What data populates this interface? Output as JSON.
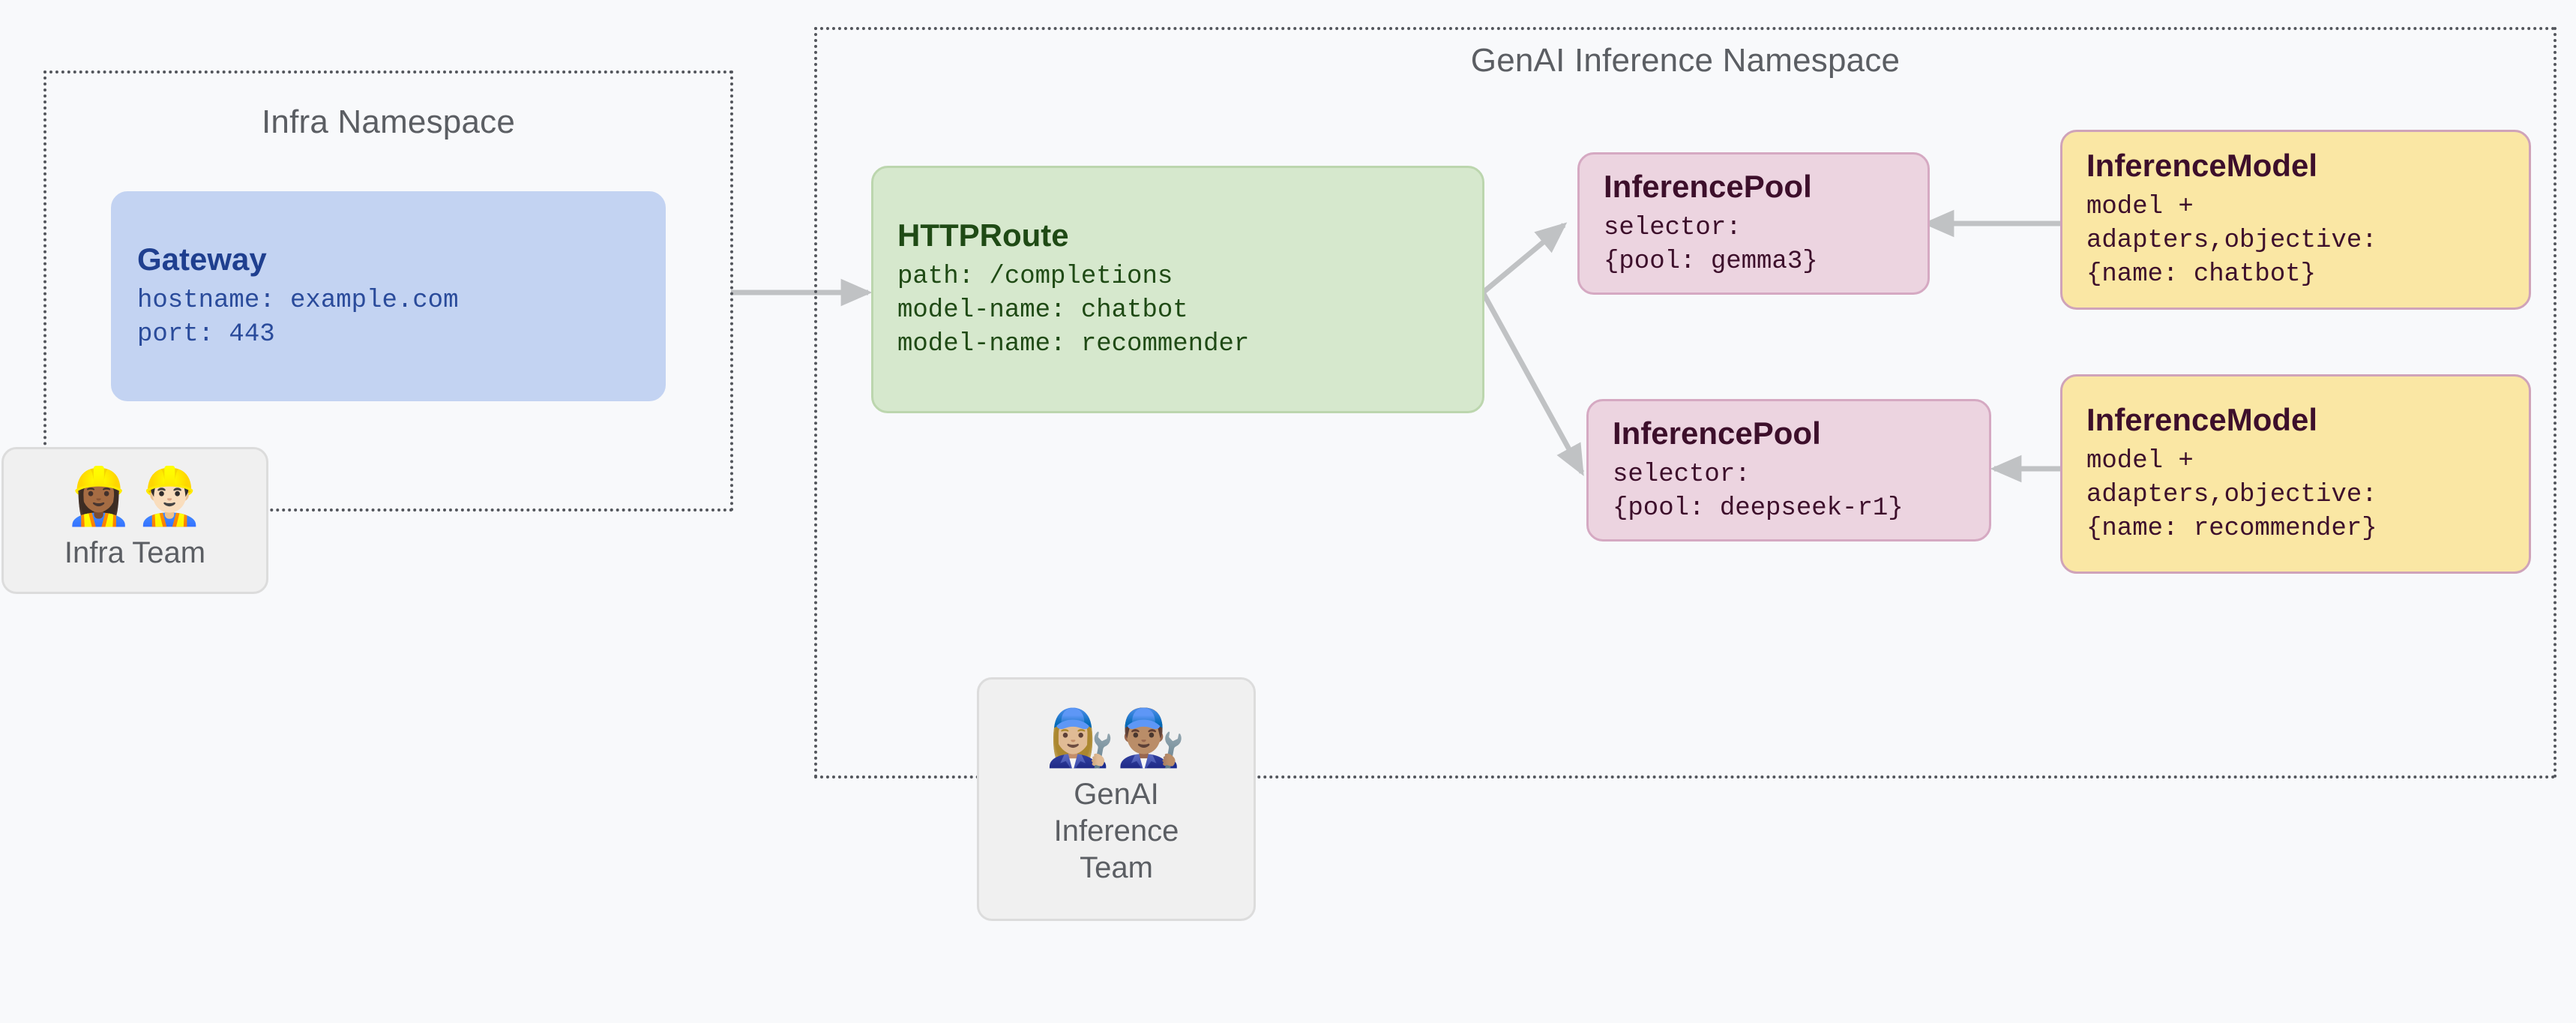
{
  "diagram": {
    "background": "#f8f9fb",
    "edge_color": "#c0c2c4"
  },
  "namespaces": [
    {
      "id": "infra",
      "title": "Infra Namespace",
      "border_style": "dotted",
      "border_color": "#53565c"
    },
    {
      "id": "genai",
      "title": "GenAI Inference Namespace",
      "border_style": "dotted",
      "border_color": "#53565c"
    }
  ],
  "nodes": {
    "gateway": {
      "kind": "Gateway",
      "title": "Gateway",
      "lines": [
        "hostname: example.com",
        "port: 443"
      ],
      "fill": "#c3d3f2",
      "text_color": "#1f3f8f"
    },
    "httproute": {
      "kind": "HTTPRoute",
      "title": "HTTPRoute",
      "lines": [
        "path: /completions",
        "model-name: chatbot",
        "model-name: recommender"
      ],
      "fill": "#d6e8cd",
      "text_color": "#1f4a15"
    },
    "pool_gemma3": {
      "kind": "InferencePool",
      "title": "InferencePool",
      "lines": [
        "selector:",
        "{pool: gemma3}"
      ],
      "fill": "#ecd4e0",
      "text_color": "#3d0f2b"
    },
    "pool_deepseek": {
      "kind": "InferencePool",
      "title": "InferencePool",
      "lines": [
        "selector:",
        "{pool: deepseek-r1}"
      ],
      "fill": "#ecd4e0",
      "text_color": "#3d0f2b"
    },
    "model_chatbot": {
      "kind": "InferenceModel",
      "title": "InferenceModel",
      "lines": [
        "model +",
        "adapters,objective:",
        "{name: chatbot}"
      ],
      "fill": "#fae7a4",
      "text_color": "#3d0f2b"
    },
    "model_recommender": {
      "kind": "InferenceModel",
      "title": "InferenceModel",
      "lines": [
        "model +",
        "adapters,objective:",
        "{name: recommender}"
      ],
      "fill": "#fae7a4",
      "text_color": "#3d0f2b"
    }
  },
  "teams": {
    "infra_team": {
      "label": "Infra Team",
      "emojis": "👷🏾‍♀️👷🏻‍♂️",
      "icon_names": [
        "construction-worker-woman-icon",
        "construction-worker-man-icon"
      ]
    },
    "genai_team": {
      "label": "GenAI\nInference\nTeam",
      "emojis": "👩🏼‍🔧👨🏽‍🔧",
      "icon_names": [
        "mechanic-woman-icon",
        "mechanic-man-icon"
      ]
    }
  },
  "edges": [
    {
      "from": "gateway",
      "to": "httproute",
      "direction": "right"
    },
    {
      "from": "httproute",
      "to": "pool_gemma3",
      "direction": "up-right"
    },
    {
      "from": "httproute",
      "to": "pool_deepseek",
      "direction": "down-right"
    },
    {
      "from": "model_chatbot",
      "to": "pool_gemma3",
      "direction": "left"
    },
    {
      "from": "model_recommender",
      "to": "pool_deepseek",
      "direction": "left"
    }
  ]
}
